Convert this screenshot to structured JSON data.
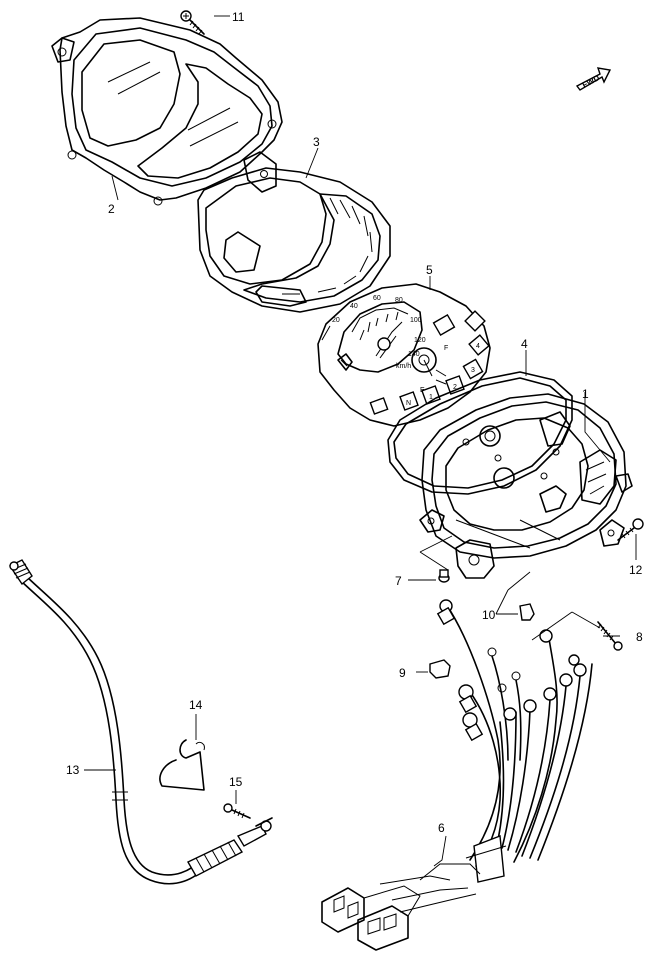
{
  "diagram": {
    "callouts": [
      {
        "id": "c1",
        "label": "1"
      },
      {
        "id": "c2",
        "label": "2"
      },
      {
        "id": "c3",
        "label": "3"
      },
      {
        "id": "c4",
        "label": "4"
      },
      {
        "id": "c5",
        "label": "5"
      },
      {
        "id": "c6",
        "label": "6"
      },
      {
        "id": "c7",
        "label": "7"
      },
      {
        "id": "c8",
        "label": "8"
      },
      {
        "id": "c9",
        "label": "9"
      },
      {
        "id": "c10",
        "label": "10"
      },
      {
        "id": "c11",
        "label": "11"
      },
      {
        "id": "c12",
        "label": "12"
      },
      {
        "id": "c13",
        "label": "13"
      },
      {
        "id": "c14",
        "label": "14"
      },
      {
        "id": "c15",
        "label": "15"
      }
    ],
    "direction_arrow": "FWD",
    "dial": {
      "speed_marks": [
        "20",
        "40",
        "60",
        "80",
        "100",
        "120",
        "140"
      ],
      "unit": "km/h",
      "fuel_full": "F",
      "fuel_empty": "E",
      "gear_indicators": [
        "N",
        "1",
        "2",
        "3",
        "4"
      ]
    }
  }
}
